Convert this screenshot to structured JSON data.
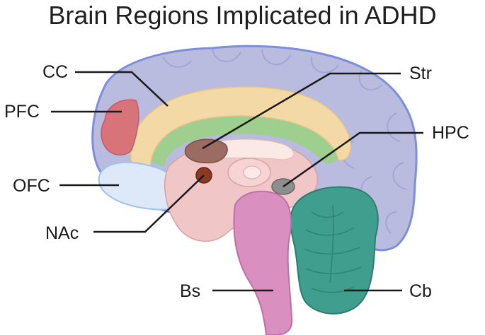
{
  "title": "Brain Regions Implicated in ADHD",
  "labels": {
    "cc": "CC",
    "pfc": "PFC",
    "ofc": "OFC",
    "nac": "NAc",
    "bs": "Bs",
    "str": "Str",
    "hpc": "HPC",
    "cb": "Cb"
  },
  "colors": {
    "cortex": "#b9bbdf",
    "cortex_outline": "#7d8fd8",
    "corpus_callosum": "#f3d9a6",
    "prefrontal_cortex": "#d9737a",
    "orbitofrontal_cortex": "#dde9f8",
    "striatum": "#9c6b62",
    "nucleus_accumbens": "#8a3a22",
    "hippocampus": "#8e8e8e",
    "brainstem": "#d98fc0",
    "cerebellum": "#3f9e8e",
    "diencephalon": "#f1c6c6",
    "cingulate": "#9fcf8f"
  }
}
